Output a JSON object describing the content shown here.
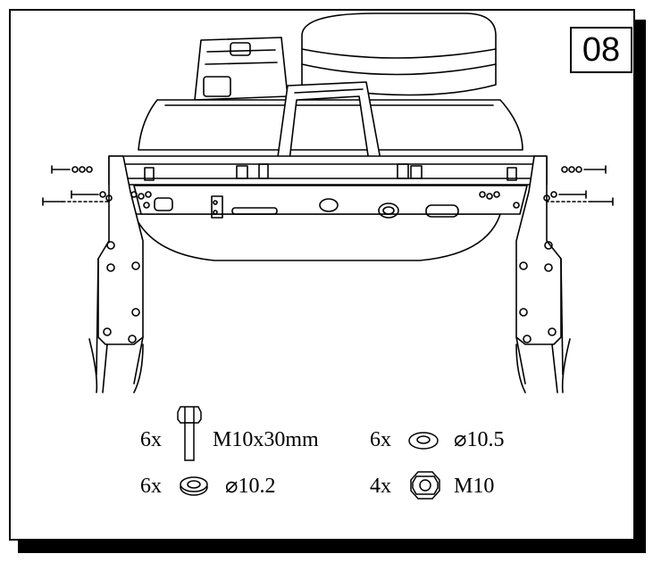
{
  "step": {
    "number": "08"
  },
  "parts": [
    {
      "qty": "6x",
      "icon": "bolt-icon",
      "spec": "M10x30mm"
    },
    {
      "qty": "6x",
      "icon": "flat-washer-icon",
      "spec": "⌀10.5"
    },
    {
      "qty": "6x",
      "icon": "spring-washer-icon",
      "spec": "⌀10.2"
    },
    {
      "qty": "4x",
      "icon": "hex-nut-icon",
      "spec": "M10"
    }
  ]
}
